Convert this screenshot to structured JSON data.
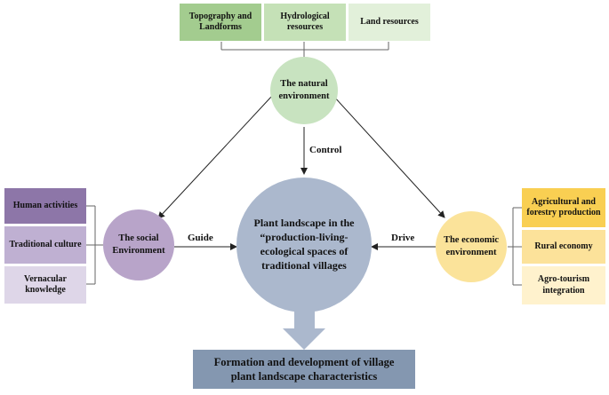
{
  "colors": {
    "natural_circle": "#c8e3c0",
    "natural_box1": "#a3cc8f",
    "natural_box2": "#c5e1b7",
    "natural_box3": "#e2f0da",
    "social_circle": "#b8a4c9",
    "social_box1": "#8d76a8",
    "social_box2": "#bfb0d2",
    "social_box3": "#ded6e8",
    "economic_circle": "#fbe39a",
    "economic_box1": "#f9cf52",
    "economic_box2": "#fce29a",
    "economic_box3": "#fff2cd",
    "center_circle": "#abb8cd",
    "bottom_box": "#8497b0",
    "big_arrow": "#abb8cd",
    "line": "#222222",
    "bracket": "#666666"
  },
  "natural": {
    "title": "The natural environment",
    "resources": [
      "Topography and Landforms",
      "Hydrological resources",
      "Land resources"
    ]
  },
  "social": {
    "title": "The social Environment",
    "factors": [
      "Human activities",
      "Traditional culture",
      "Vernacular knowledge"
    ]
  },
  "economic": {
    "title": "The economic environment",
    "factors": [
      "Agricultural and forestry production",
      "Rural economy",
      "Agro-tourism integration"
    ]
  },
  "center": {
    "title": "Plant landscape in the “production-living-ecological spaces of traditional villages"
  },
  "relations": {
    "control": "Control",
    "guide": "Guide",
    "drive": "Drive"
  },
  "outcome": {
    "title": "Formation and development of village plant landscape characteristics"
  }
}
